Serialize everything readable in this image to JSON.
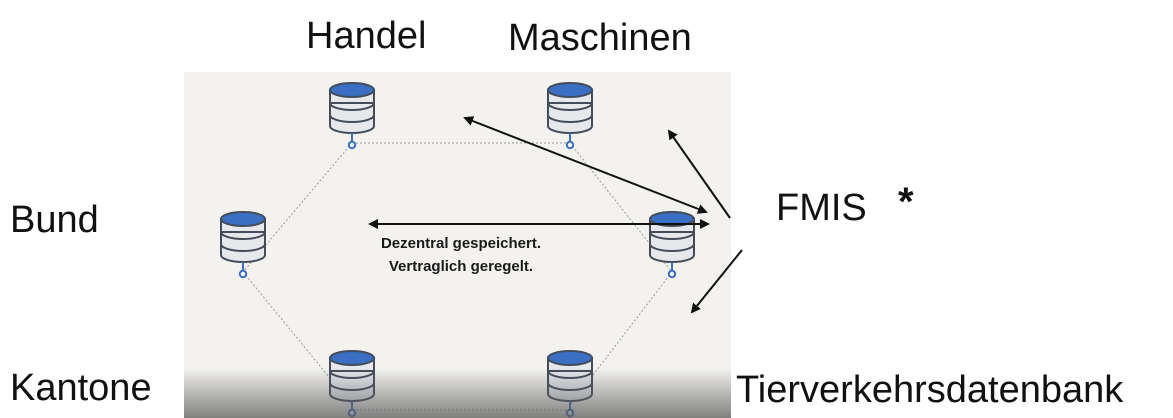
{
  "labels": {
    "handel": "Handel",
    "maschinen": "Maschinen",
    "bund": "Bund",
    "fmis": "FMIS",
    "star": "*",
    "kantone": "Kantone",
    "tierverkehr": "Tierverkehrsdatenbank"
  },
  "center": {
    "line1": "Dezentral gespeichert.",
    "line2": "Vertraglich geregelt."
  },
  "colors": {
    "db_top": "#3a6fc4",
    "db_body": "#e6e8ec",
    "db_stroke": "#444c5a",
    "connector": "#3a6fc4",
    "edge": "#9a9a9a",
    "arrow": "#111111",
    "panel": "#f3f2ef"
  }
}
